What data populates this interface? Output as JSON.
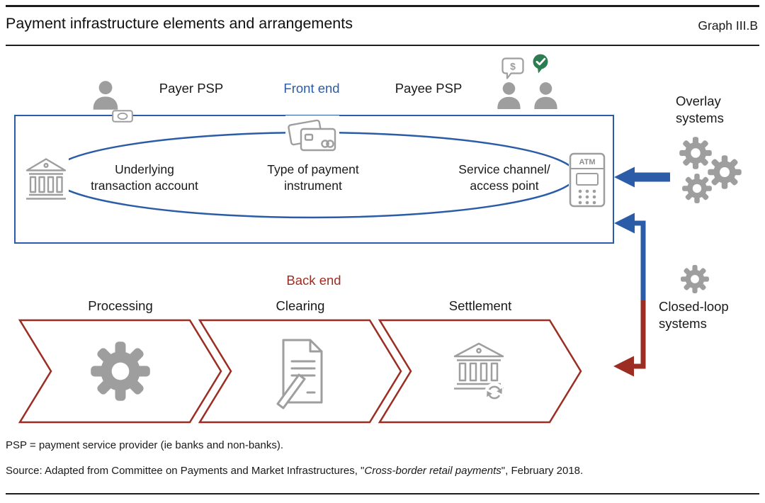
{
  "colors": {
    "front_end_blue": "#2B5CA7",
    "back_end_red": "#9B2D22",
    "icon_gray": "#9E9E9E",
    "check_green": "#2E7D52"
  },
  "header": {
    "title": "Payment infrastructure elements and arrangements",
    "graph_label": "Graph III.B"
  },
  "front_end": {
    "section_label": "Front end",
    "payer_label": "Payer PSP",
    "payee_label": "Payee PSP",
    "elements": [
      {
        "label": "Underlying\ntransaction account"
      },
      {
        "label": "Type of payment\ninstrument"
      },
      {
        "label": "Service channel/\naccess point"
      }
    ],
    "atm_icon_text": "ATM",
    "dollar_bubble_text": "$"
  },
  "back_end": {
    "section_label": "Back end",
    "steps": [
      {
        "label": "Processing"
      },
      {
        "label": "Clearing"
      },
      {
        "label": "Settlement"
      }
    ]
  },
  "side_systems": {
    "overlay_label": "Overlay\nsystems",
    "closed_loop_label": "Closed-loop\nsystems"
  },
  "footnotes": {
    "psp_note": "PSP = payment service provider (ie banks and non-banks).",
    "source_prefix": "Source: Adapted from Committee on Payments and Market Infrastructures, \"",
    "source_title": "Cross-border retail payments",
    "source_suffix": "\", February 2018."
  },
  "icons": {
    "payer": "person-icon",
    "payer_badge": "card-badge-icon",
    "payee": "two-persons-icon",
    "payment_message": "dollar-speech-bubble-icon",
    "payment_confirmation": "check-badge-icon",
    "underlying_account": "bank-icon",
    "payment_instrument": "credit-cards-icon",
    "access_point": "atm-terminal-icon",
    "overlay_systems": "three-gears-icon",
    "closed_loop_systems": "gear-icon",
    "processing": "gear-icon",
    "clearing": "document-pen-icon",
    "settlement": "bank-refresh-icon"
  }
}
